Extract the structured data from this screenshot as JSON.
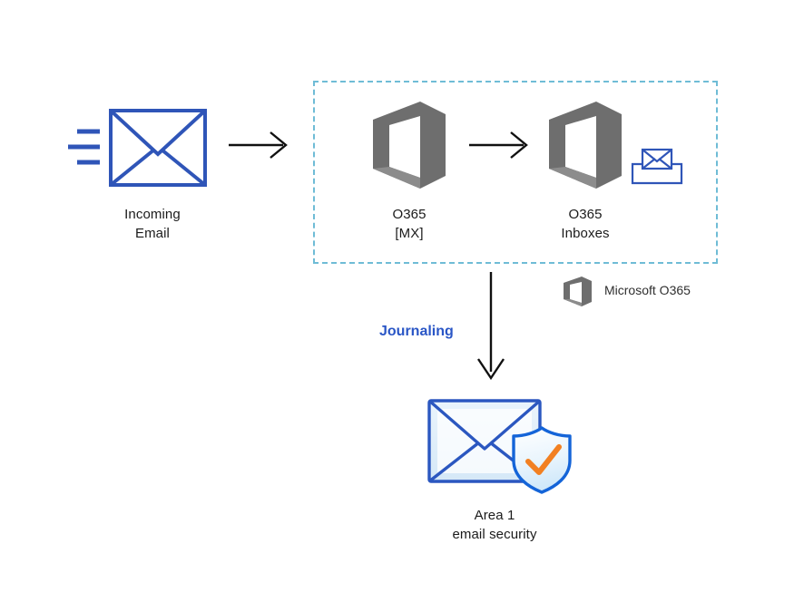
{
  "diagram": {
    "title_present": false,
    "colors": {
      "envelope_blue": "#2f55b8",
      "office_grey": "#6e6e6e",
      "dashed_border": "#6fbcd6",
      "arrow_black": "#111111",
      "journaling_blue": "#2a56c6",
      "area1_envelope_fill": "#dceaf7",
      "area1_envelope_stroke": "#2b57c0",
      "shield_stroke": "#1464d8",
      "shield_fill": "#e9f4fd",
      "check_orange": "#f28022",
      "caption_text": "#1b1b1b"
    },
    "nodes": [
      {
        "id": "incoming-email",
        "icon": "envelope-icon",
        "label": "Incoming\nEmail"
      },
      {
        "id": "o365-mx",
        "icon": "office-365-icon",
        "label": "O365\n[MX]"
      },
      {
        "id": "o365-inboxes",
        "icon": "office-365-icon",
        "secondary_icon": "inbox-tray-icon",
        "label": "O365\nInboxes"
      },
      {
        "id": "area1-email-security",
        "icon": "envelope-shield-icon",
        "label": "Area 1\nemail security"
      }
    ],
    "edges": [
      {
        "id": "edge-incoming-to-mx",
        "icon": "arrow-right-icon",
        "label": ""
      },
      {
        "id": "edge-mx-to-inboxes",
        "icon": "arrow-right-icon",
        "label": ""
      },
      {
        "id": "edge-journaling",
        "icon": "arrow-down-icon",
        "label": "Journaling"
      }
    ],
    "legend": {
      "icon": "office-365-icon",
      "label": "Microsoft O365"
    },
    "group_box": {
      "id": "microsoft-o365-boundary",
      "style": "dashed"
    }
  }
}
